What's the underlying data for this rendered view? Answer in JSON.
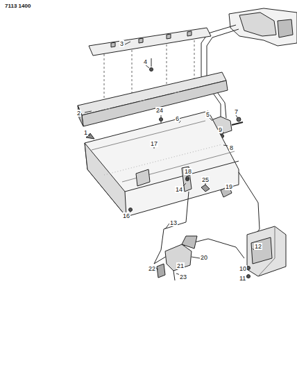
{
  "diagram": {
    "labels": [
      "7113 1400",
      "3",
      "4",
      "2",
      "24",
      "6",
      "5",
      "7",
      "9",
      "8",
      "17",
      "1",
      "18",
      "25",
      "19",
      "14",
      "16",
      "13",
      "22",
      "21",
      "20",
      "23",
      "12",
      "10",
      "11"
    ]
  }
}
